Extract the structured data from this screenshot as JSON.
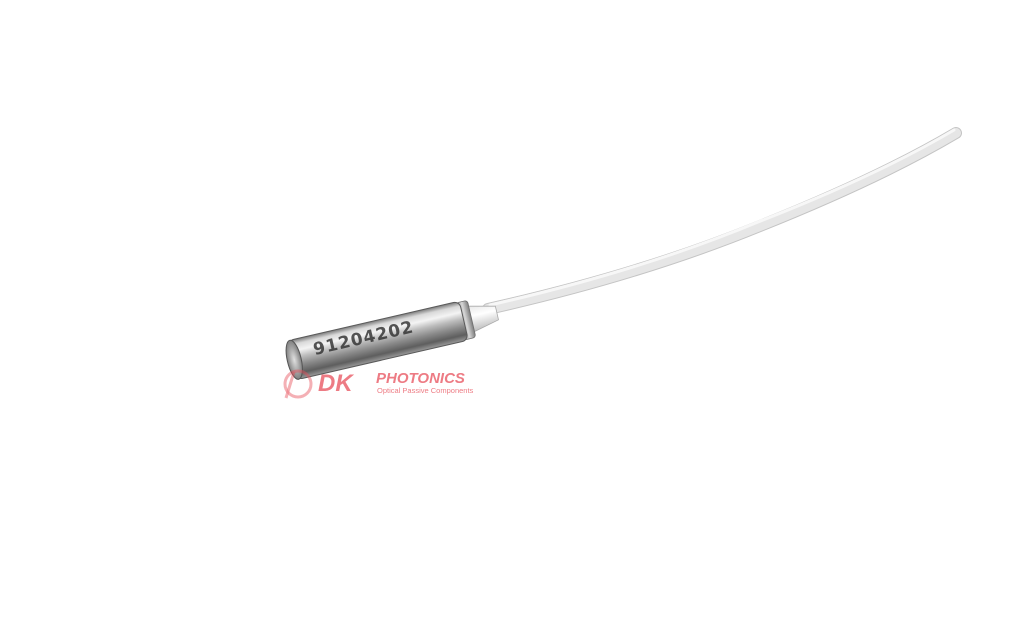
{
  "product": {
    "engraving": "91204202"
  },
  "watermark": {
    "logo_mark": "DK",
    "brand": "PHOTONICS",
    "tagline": "Optical Passive Components",
    "color": "#e8505b"
  },
  "colors": {
    "background": "#ffffff",
    "fiber": "#e3e3e3",
    "fiber_edge": "#c4c4c4",
    "metal_dark": "#5a5a5a",
    "metal_light": "#f2f2f2"
  }
}
